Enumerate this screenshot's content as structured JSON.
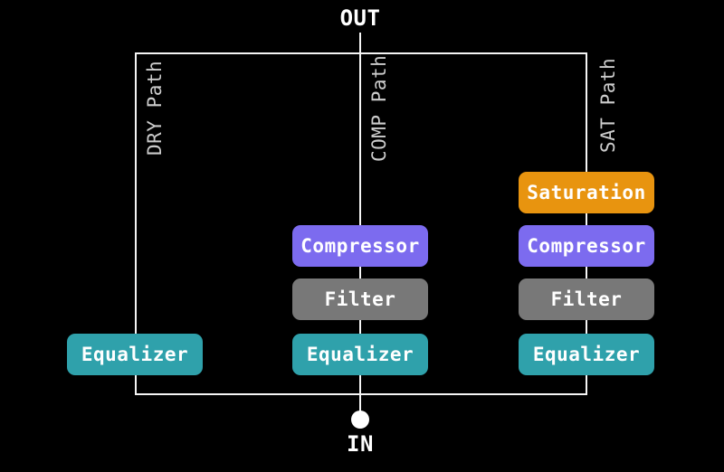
{
  "diagram": {
    "output_label": "OUT",
    "input_label": "IN",
    "paths": [
      {
        "label": "DRY Path",
        "blocks": [
          {
            "label": "Equalizer",
            "type": "equalizer"
          }
        ]
      },
      {
        "label": "COMP Path",
        "blocks": [
          {
            "label": "Compressor",
            "type": "compressor"
          },
          {
            "label": "Filter",
            "type": "filter"
          },
          {
            "label": "Equalizer",
            "type": "equalizer"
          }
        ]
      },
      {
        "label": "SAT Path",
        "blocks": [
          {
            "label": "Saturation",
            "type": "saturation"
          },
          {
            "label": "Compressor",
            "type": "compressor"
          },
          {
            "label": "Filter",
            "type": "filter"
          },
          {
            "label": "Equalizer",
            "type": "equalizer"
          }
        ]
      }
    ],
    "colors": {
      "background": "#000000",
      "line": "#f5f5f5",
      "path_label_text": "#cccccc",
      "block_text": "#ffffff",
      "saturation": "#e8940f",
      "compressor": "#7c6bef",
      "filter": "#787878",
      "equalizer": "#2fa1ab"
    }
  }
}
